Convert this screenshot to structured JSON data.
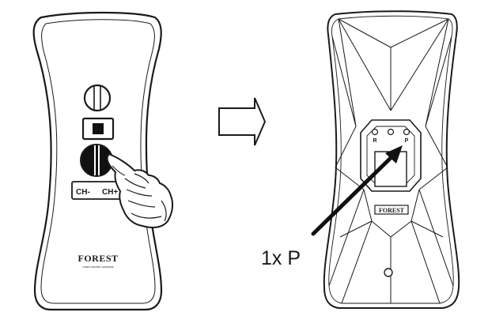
{
  "remote": {
    "channel_minus_label": "CH-",
    "channel_plus_label": "CH+",
    "brand": "FOREST",
    "brand_tagline": "FOREST DRAPERY HARDWARE"
  },
  "receiver": {
    "led_labels": [
      "R",
      "",
      "P"
    ],
    "brand": "FOREST"
  },
  "instruction": {
    "press_label": "1x P"
  },
  "colors": {
    "line": "#1a1a1a",
    "fill_dark": "#111111",
    "background": "#ffffff"
  }
}
